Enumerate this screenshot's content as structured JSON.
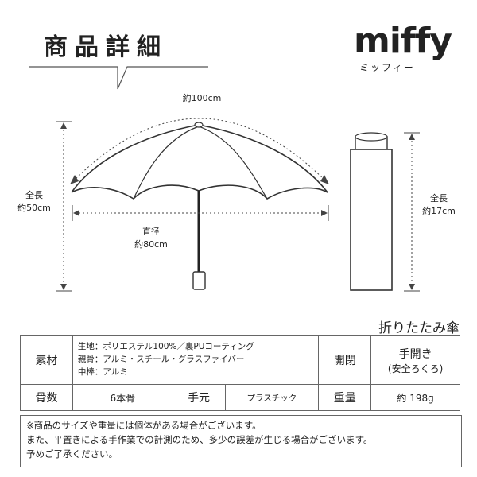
{
  "header": {
    "title": "商品詳細",
    "brand": "miffy",
    "brand_kana": "ミッフィー"
  },
  "dimensions": {
    "width_arc": "約100cm",
    "total_length_label": "全長",
    "total_length_value": "約50cm",
    "diameter_label": "直径",
    "diameter_value": "約80cm",
    "folded_length_label": "全長",
    "folded_length_value": "約17cm"
  },
  "folded_label": "折りたたみ傘",
  "spec": {
    "material_key": "素材",
    "material_lines": [
      "生地：ポリエステル100%／裏PUコーティング",
      "親骨：アルミ・スチール・グラスファイバー",
      "中棒：アルミ"
    ],
    "open_key": "開閉",
    "open_value_1": "手開き",
    "open_value_2": "(安全ろくろ)",
    "ribs_key": "骨数",
    "ribs_value": "6本骨",
    "handle_key": "手元",
    "handle_value": "プラスチック",
    "weight_key": "重量",
    "weight_value": "約 198g"
  },
  "note_lines": [
    "※商品のサイズや重量には個体がある場合がございます。",
    "また、平置きによる手作業での計測のため、多少の誤差が生じる場合がございます。",
    "予めご了承ください。"
  ]
}
